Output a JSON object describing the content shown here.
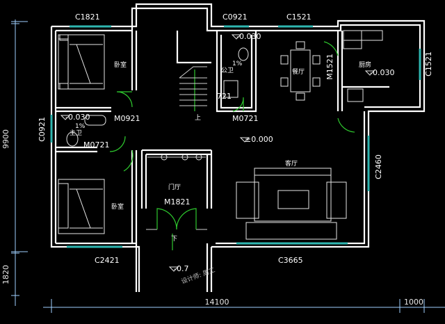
{
  "labels": {
    "c1821": "C1821",
    "c0921": "C0921",
    "c1521_top": "C1521",
    "c1521_side": "C1521",
    "m1521": "M1521",
    "c0921_left": "C0921",
    "m0921": "M0921",
    "m0721_bath": "M0721",
    "m0721_wc": "M0721",
    "m0721_partial": "721",
    "m1821": "M1821",
    "c2421": "C2421",
    "c3665": "C3665",
    "c2460": "C2460",
    "elev_wc": "-0.030",
    "elev_kitchen": "-0.030",
    "elev_bath": "-0.030",
    "elev_living": "±0.000",
    "elev_entry": "-0.7",
    "slope_wc": "1%",
    "slope_bath": "1%",
    "down_mark": "下",
    "up_mark": "上",
    "watermark": "设计师: 周工"
  },
  "rooms": {
    "bedroom_top": "卧室",
    "bedroom_bottom": "卧室",
    "public_wc": "公卫",
    "main_bath": "主卫",
    "dining": "餐厅",
    "kitchen": "厨房",
    "living": "客厅",
    "foyer": "门厅"
  },
  "dimensions": {
    "height_main": "9900",
    "height_porch": "1820",
    "width_main": "14100",
    "width_extra": "1000"
  },
  "colors": {
    "wall": "#ffffff",
    "window": "#2fb6b0",
    "door_arc": "#2ec82e",
    "dimension": "#9fd0ff",
    "background": "#000000"
  }
}
